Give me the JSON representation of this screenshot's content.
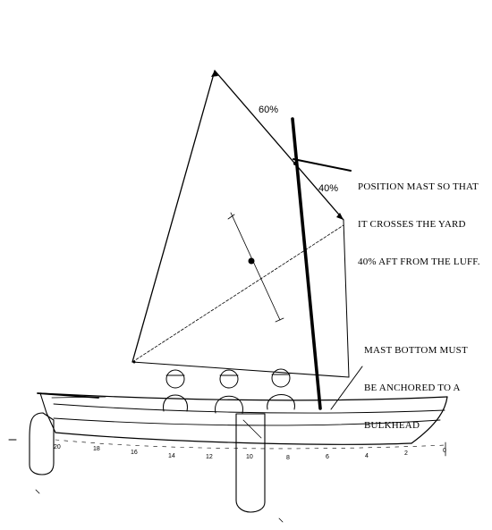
{
  "annotations": {
    "yard_upper_pct": "60%",
    "yard_lower_pct": "40%",
    "mast_position_note": [
      "POSITION MAST SO THAT",
      "IT CROSSES THE YARD",
      "40% AFT FROM THE LUFF."
    ],
    "mast_bottom_note": [
      "MAST BOTTOM MUST",
      "BE ANCHORED TO A",
      "BULKHEAD"
    ]
  },
  "station_marks": [
    "20",
    "18",
    "16",
    "14",
    "12",
    "10",
    "8",
    "6",
    "4",
    "2",
    "0"
  ]
}
